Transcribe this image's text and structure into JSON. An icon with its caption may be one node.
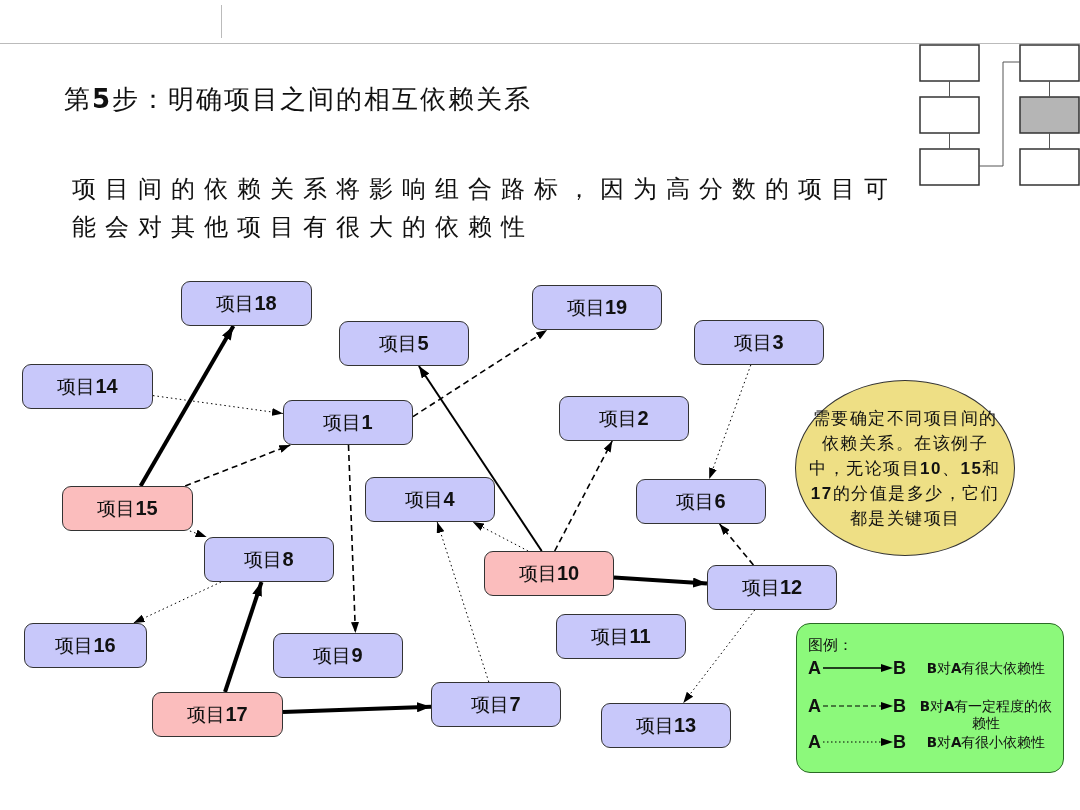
{
  "diagram": {
    "title": "第**5**步：明确项目之间的相互依赖关系",
    "nodes": [
      {
        "text": [
          "项目**18**"
        ]
      },
      {
        "text": [
          "项目**5**"
        ]
      },
      {
        "text": [
          "项目**19**"
        ]
      },
      {
        "text": [
          "项目**14**"
        ]
      },
      {
        "text": [
          "项目**1**"
        ]
      },
      {
        "text": [
          "项目**3**"
        ]
      },
      {
        "text": [
          "项目**2**"
        ]
      },
      {
        "text": [
          "项目**4**"
        ]
      },
      {
        "text": [
          "项目**15**"
        ]
      },
      {
        "text": [
          "项目**6**"
        ]
      },
      {
        "text": [
          "项目**8**"
        ]
      },
      {
        "text": [
          "项目**10**"
        ]
      },
      {
        "text": [
          "项目**12**"
        ]
      },
      {
        "text": [
          "项目**16**"
        ]
      },
      {
        "text": [
          "项目**11**"
        ]
      },
      {
        "text": [
          "项目**9**"
        ]
      },
      {
        "text": [
          "项目**17**"
        ]
      },
      {
        "text": [
          "项目**7**"
        ]
      },
      {
        "text": [
          "项目**13**"
        ]
      },
      {
        "text": [
          "需要确定不同项目间的依赖关系。在该例子中，无论项目**10**、**15**和**17**的分值是多少，它们都是关键项目"
        ]
      }
    ],
    "edges": [
      {
        "from": 8,
        "to": 0,
        "arrow": "to",
        "style": "thick"
      },
      {
        "from": 3,
        "to": 4,
        "arrow": "to",
        "style": "dashed"
      },
      {
        "from": 8,
        "to": 4,
        "arrow": "to",
        "style": "dashed"
      },
      {
        "from": 4,
        "to": 2,
        "arrow": "to",
        "style": "dashed"
      },
      {
        "from": 4,
        "to": 15,
        "arrow": "to",
        "style": "dashed"
      },
      {
        "from": 8,
        "to": 10,
        "arrow": "to",
        "style": "dashed"
      },
      {
        "from": 10,
        "to": 13,
        "arrow": "to",
        "style": "dashed"
      },
      {
        "from": 16,
        "to": 10,
        "arrow": "to",
        "style": "thick"
      },
      {
        "from": 16,
        "to": 17,
        "arrow": "to",
        "style": "thick"
      },
      {
        "from": 17,
        "to": 7,
        "arrow": "to",
        "style": "dashed"
      },
      {
        "from": 11,
        "to": 1,
        "arrow": "to"
      },
      {
        "from": 11,
        "to": 7,
        "arrow": "to",
        "style": "dashed"
      },
      {
        "from": 11,
        "to": 6,
        "arrow": "to",
        "style": "dashed"
      },
      {
        "from": 11,
        "to": 12,
        "arrow": "to",
        "style": "thick"
      },
      {
        "from": 5,
        "to": 9,
        "arrow": "to",
        "style": "dashed"
      },
      {
        "from": 12,
        "to": 9,
        "arrow": "to",
        "style": "dashed"
      },
      {
        "from": 12,
        "to": 18,
        "arrow": "to",
        "style": "dashed"
      }
    ],
    "labels": [
      "项目间的依赖关系将影响组合路标，因为高分数的项目可能会对其他项目有很大的依赖性",
      "图例：",
      "A",
      "B",
      "A",
      "B",
      "A",
      "B"
    ],
    "legend": [
      {
        "text": "**B**对**A**有很大依赖性"
      },
      {
        "text": "**B**对**A**有一定程度的依赖性"
      },
      {
        "text": "**B**对**A**有很小依赖性"
      }
    ]
  }
}
